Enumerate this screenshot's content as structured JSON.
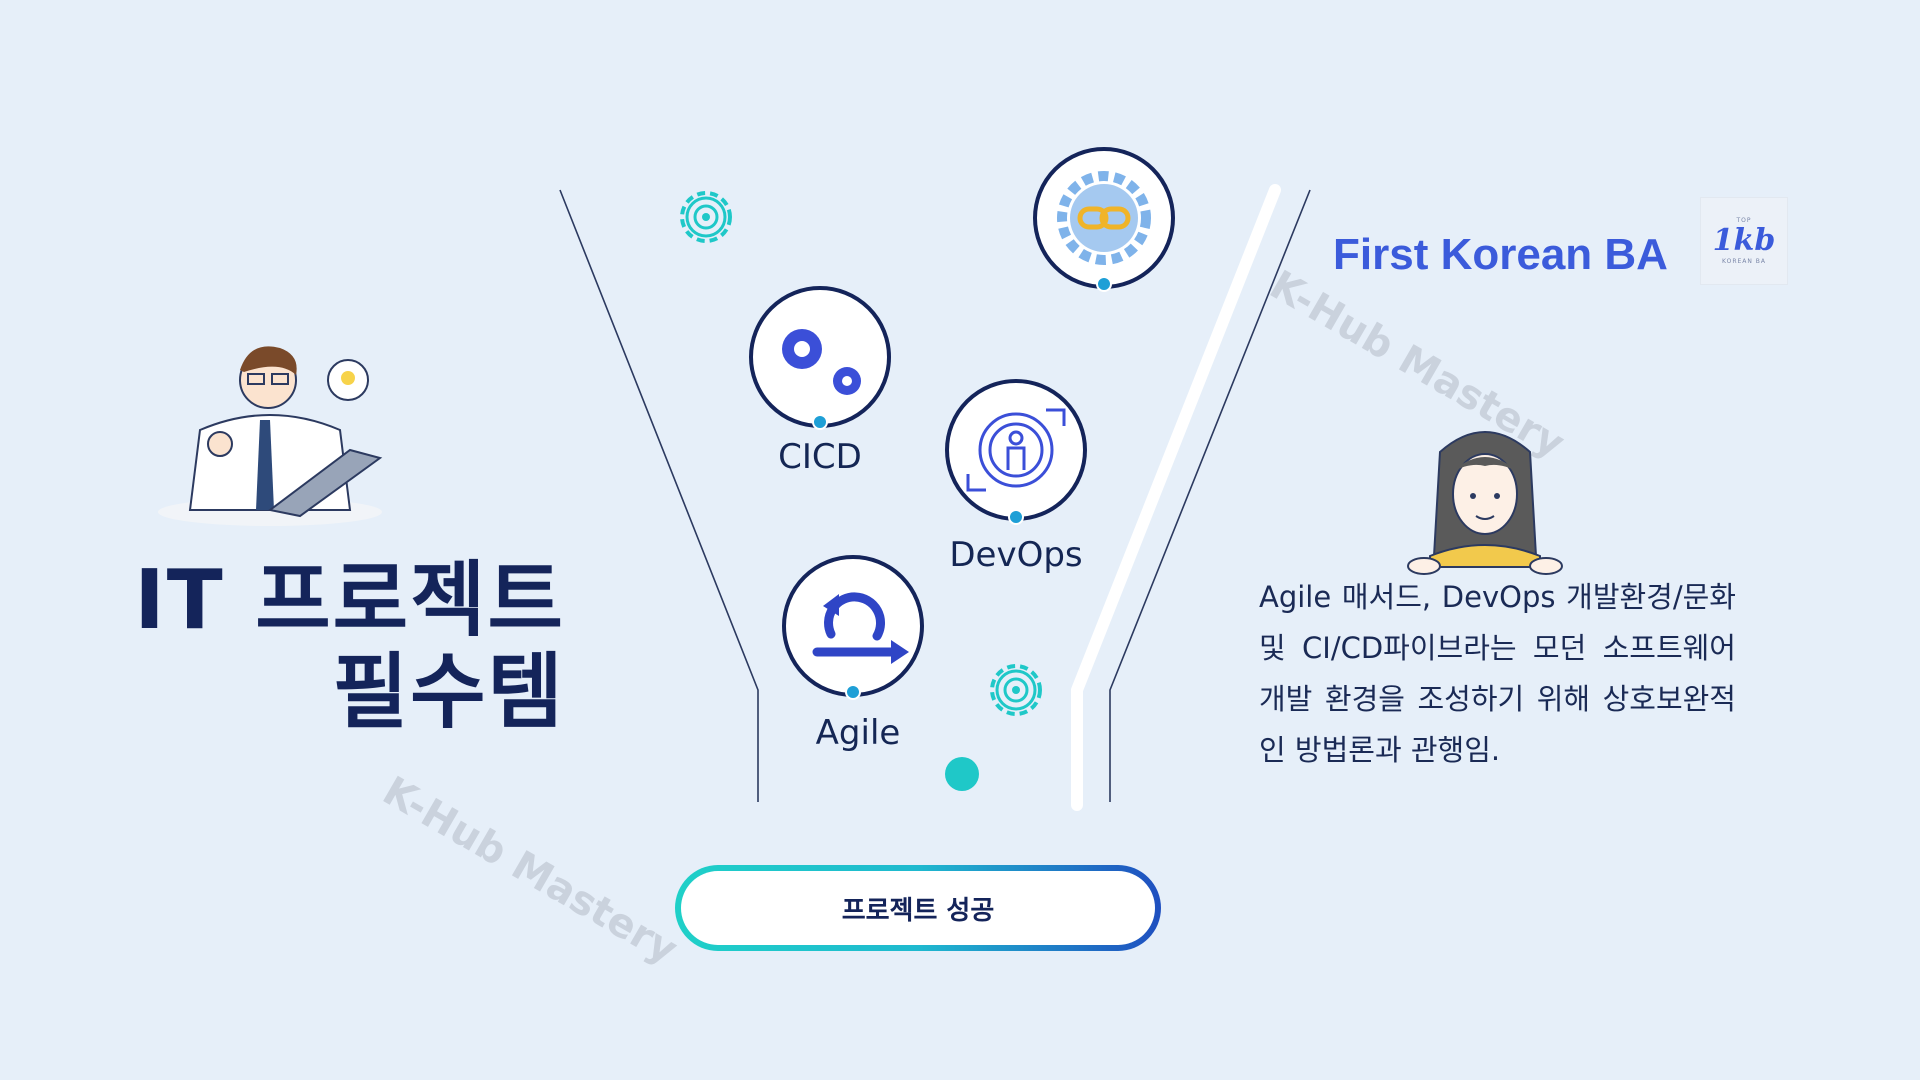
{
  "title": {
    "line1": "IT 프로젝트",
    "line2": "필수템"
  },
  "brand": {
    "name": "First Korean BA",
    "logo_text": "1kb",
    "logo_top": "TOP",
    "logo_bottom": "KOREAN BA"
  },
  "watermark": "K-Hub Mastery",
  "nodes": [
    {
      "id": "cicd",
      "label": "CICD",
      "icon": "gears-icon"
    },
    {
      "id": "devops",
      "label": "DevOps",
      "icon": "devops-cycle-icon"
    },
    {
      "id": "agile",
      "label": "Agile",
      "icon": "agile-loop-icon"
    },
    {
      "id": "integration",
      "label": "",
      "icon": "chain-gear-icon"
    }
  ],
  "description": "Agile 매서드, DevOps 개발환경/문화 및 CI/CD파이브라는 모던 소프트웨어 개발 환경을 조성하기 위해 상호보완적인 방법론과 관행임.",
  "result_button": "프로젝트 성공",
  "colors": {
    "navy": "#14245a",
    "accent_blue": "#3b5bdb",
    "teal": "#1fc8c8",
    "background": "#e6eff9"
  }
}
